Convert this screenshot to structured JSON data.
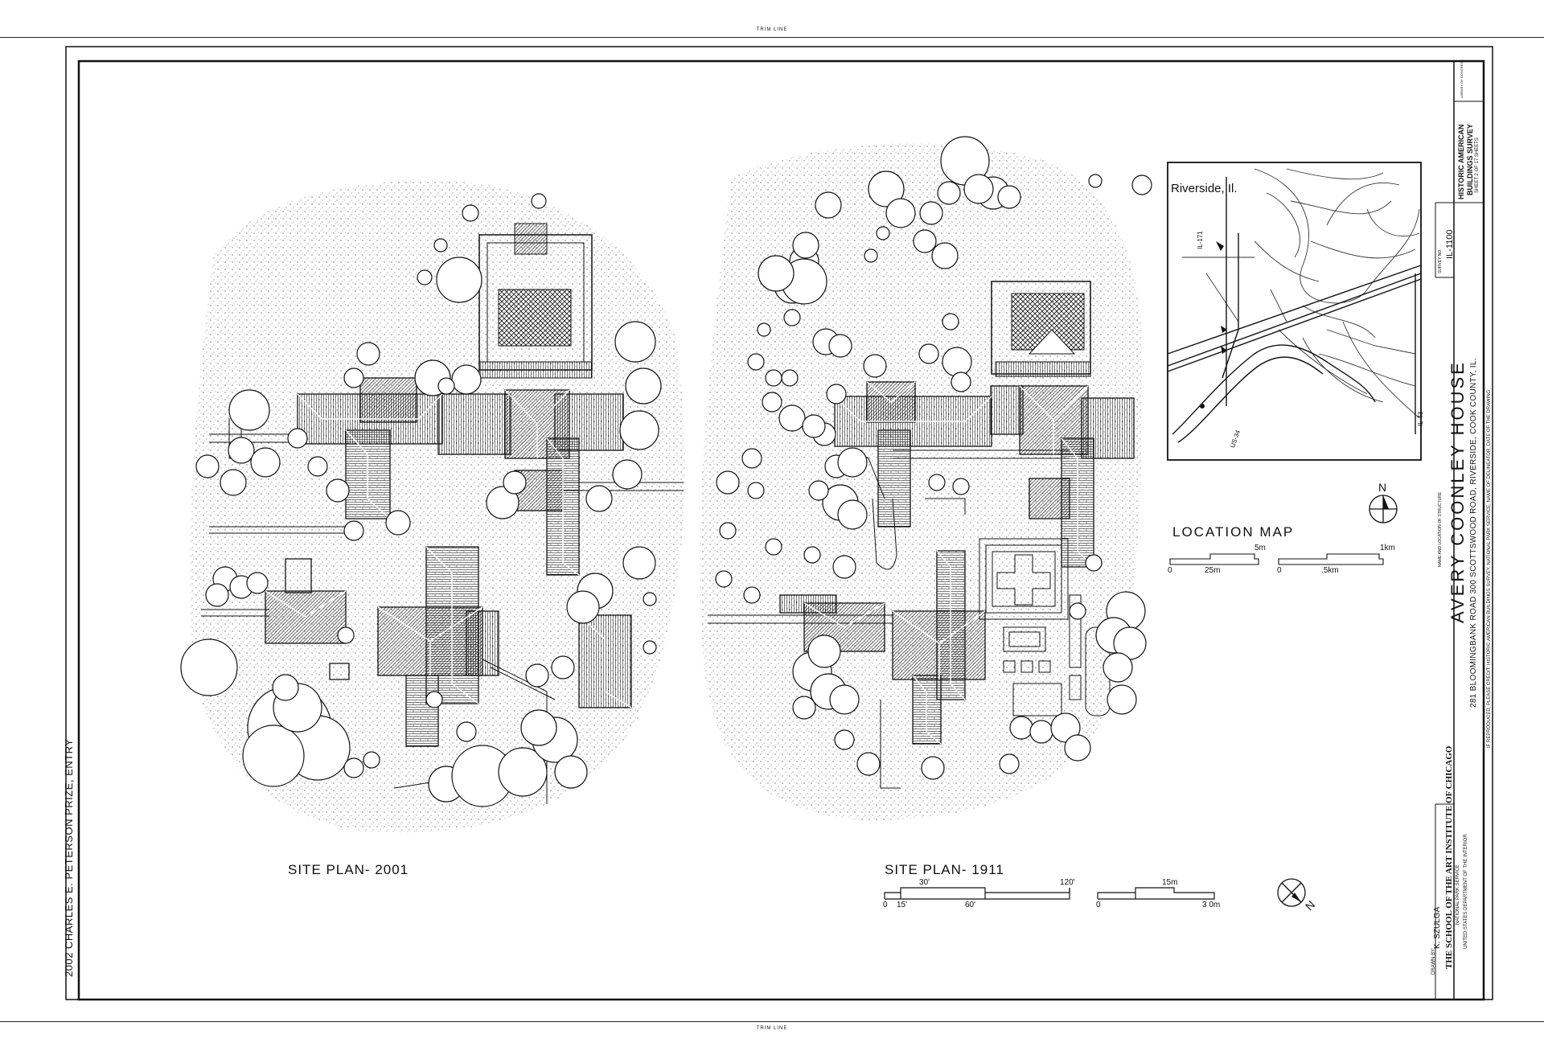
{
  "trim": {
    "top": "TRIM LINE",
    "bottom": "TRIM LINE"
  },
  "side_label": "2002 CHARLES E. PETERSON PRIZE, ENTRY",
  "plans": {
    "left_title": "SITE PLAN- 2001",
    "right_title": "SITE PLAN- 1911"
  },
  "scales": {
    "ft": {
      "top_mid": "30'",
      "top_end": "120'",
      "b0": "0",
      "b1": "15'",
      "b2": "60'"
    },
    "m": {
      "top": "15m",
      "b0": "0",
      "b1": "3 0m"
    },
    "loc_m": {
      "top": "5m",
      "b0": "0",
      "b1": "25m"
    },
    "loc_km": {
      "top": "1km",
      "b0": "0",
      "b1": ".5km"
    }
  },
  "location_map": {
    "place": "Riverside, Il.",
    "title": "LOCATION MAP",
    "roads": {
      "il171": "IL-171",
      "us34": "US-34",
      "il43": "IL-43"
    }
  },
  "north": {
    "map": "N",
    "plan": "N"
  },
  "title_block": {
    "name_caption": "NAME AND LOCATION OF STRUCTURE",
    "name": "AVERY COONLEY HOUSE",
    "address": "281 BLOOMINGBANK ROAD  300 SCOTTSWOOD ROAD, RIVERSIDE, COOK COUNTY, IL.",
    "credit": "IF REPRODUCED, PLEASE CREDIT: HISTORIC AMERICAN BUILDINGS SURVEY, NATIONAL PARK SERVICE, NAME OF DELINEATOR, DATE OF THE DRAWING",
    "drawn_by_label": "DRAWN BY:",
    "drawn_by": "K. SZULGA",
    "school": "THE SCHOOL OF THE ART INSTITUTE OF CHICAGO",
    "nps": "NATIONAL PARK SERVICE",
    "dept": "UNITED STATES DEPARTMENT OF THE INTERIOR",
    "survey_label": "SURVEY NO.",
    "survey_no": "IL-1100",
    "habs1": "HISTORIC AMERICAN",
    "habs2": "BUILDINGS SURVEY",
    "sheet": "SHEET 2 OF 17 SHEETS",
    "loc_caption": "LIBRARY OF CONGRESS"
  }
}
